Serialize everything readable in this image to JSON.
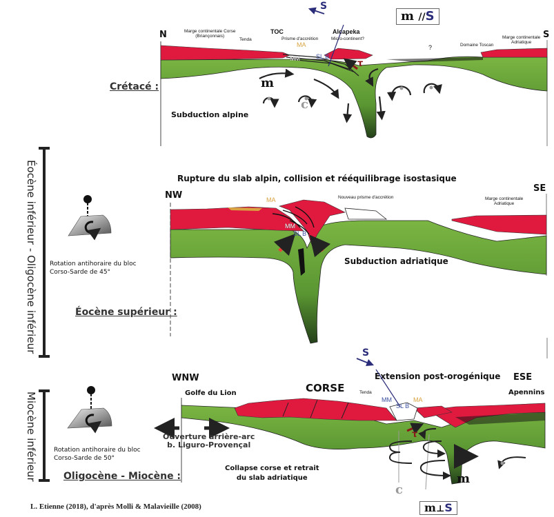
{
  "figure": {
    "credit": "L. Etienne (2018), d'après Molli & Malavieille (2008)",
    "colors": {
      "crust": "#e0193f",
      "mantle_light": "#6aa83a",
      "mantle_dark": "#1f3a14",
      "ophiolite_MA": "#d9a441",
      "slb": "#3a4fa0",
      "stress_arrow": "#2b2d7a",
      "t_arrow": "#8a1a1a",
      "push_arrow": "#e8433a",
      "flow_grey": "#999999"
    }
  },
  "timeline": {
    "middle_bar_label": "Éocène inférieur - Oligocène inférieur",
    "bottom_bar_label": "Miocène inférieur"
  },
  "panels": [
    {
      "id": "cretace",
      "stage_label": "Crétacé :",
      "dir_left": "N",
      "dir_right": "S",
      "relation_box": {
        "m": "m",
        "sym": "//",
        "s": "S"
      },
      "stress_label": "S",
      "labels": {
        "marge_corse": "Marge continentale Corse",
        "marge_corse_sub": "(Briançonnais)",
        "tenda": "Tenda",
        "toc": "TOC",
        "prisme": "Prisme d'accrétion",
        "alcapeka": "Alcapeka",
        "micro_continent": "Micro-continent?",
        "qmark": "?",
        "domaine_toscan": "Domaine Toscan",
        "marge_adriatique": "Marge continentale",
        "marge_adriatique_sub": "Adriatique",
        "ma": "MA",
        "mm": "MM",
        "slb": "SL B",
        "t": "τ",
        "m": "m",
        "c": "c",
        "caption": "Subduction alpine"
      }
    },
    {
      "id": "eocene",
      "stage_label": "Éocène supérieur :",
      "title": "Rupture du slab alpin, collision et rééquilibrage isostasique",
      "dir_left": "NW",
      "dir_right": "SE",
      "rotation_caption_1": "Rotation antihoraire du bloc",
      "rotation_caption_2": "Corso-Sarde de 45°",
      "rotation_degrees": 45,
      "labels": {
        "ma": "MA",
        "mm": "MM",
        "slb": "SL B",
        "nouveau_prisme": "Nouveau prisme d'accrétion",
        "marge_adriatique": "Marge continentale",
        "marge_adriatique_sub": "Adriatique",
        "caption": "Subduction adriatique"
      }
    },
    {
      "id": "oligo-miocene",
      "stage_label": "Oligocène - Miocène :",
      "dir_left": "WNW",
      "dir_right": "ESE",
      "title": "Extension post-orogénique",
      "rotation_caption_1": "Rotation antihoraire du bloc",
      "rotation_caption_2": "Corso-Sarde de 50°",
      "rotation_degrees": 50,
      "relation_box": {
        "m": "m",
        "sym": "⊥",
        "s": "S"
      },
      "stress_label": "S",
      "labels": {
        "golfe": "Golfe du Lion",
        "corse": "CORSE",
        "tenda": "Tenda",
        "mm": "MM",
        "slb": "SL B",
        "ma": "MA",
        "apennins": "Apennins",
        "ouverture_1": "Ouverture arrière-arc",
        "ouverture_2": "b. Liguro-Provençal",
        "caption_1": "Collapse corse et retrait",
        "caption_2": "du slab adriatique",
        "t": "τ",
        "m": "m",
        "c": "c"
      }
    }
  ]
}
